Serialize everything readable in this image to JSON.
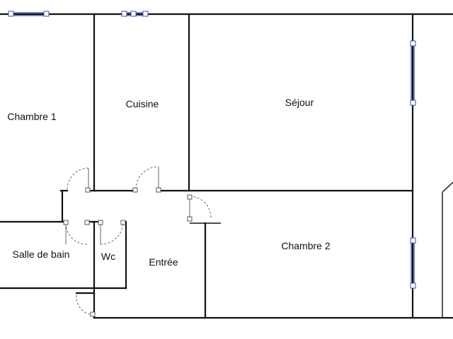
{
  "rooms": {
    "chambre1": "Chambre 1",
    "cuisine": "Cuisine",
    "sejour": "Séjour",
    "salle_de_bain": "Salle de bain",
    "wc": "Wc",
    "entree": "Entrée",
    "chambre2": "Chambre 2"
  },
  "colors": {
    "wall": "#111111",
    "window": "#3a4fb0",
    "door": "#666666",
    "background": "#ffffff"
  }
}
